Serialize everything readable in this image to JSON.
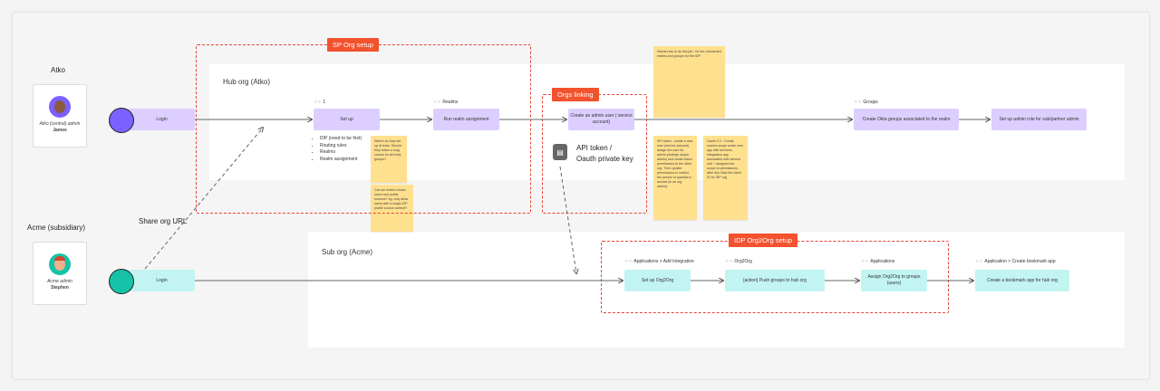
{
  "actors": {
    "atko": {
      "group_label": "Atko",
      "role": "Atko (central) admin",
      "name": "James"
    },
    "acme": {
      "group_label": "Acme (subsidiary)",
      "role": "Acme admin",
      "name": "Stephen"
    }
  },
  "login_label": "Login",
  "share_url_label": "Share org URL",
  "hub": {
    "title": "Hub org (Atko)",
    "step1_label": "1",
    "setup_label": "Set up",
    "realms_label": "Realms",
    "realm_assign_label": "Run realm assignment",
    "bullets": [
      "IDP (need to be first)",
      "Routing rules",
      "Realms",
      "Realm assignment"
    ],
    "admin_user_label": "Create an admin user ( service account)",
    "groups_step_label": "Groups",
    "create_groups_label": "Create Okta groups associated to the realm",
    "admin_role_label": "Set up admin role for sub/partner admin"
  },
  "sub": {
    "title": "Sub org (Acme)",
    "step_add_integration": "Applications > Add Integration",
    "setup_org2org": "Set up Org2Org",
    "step_org2org": "Org2Org",
    "push_groups": "[action] Push groups to hub org",
    "step_applications": "Applications",
    "assign_org2org": "Assign Org2Org to groups (users)",
    "step_bookmark": "Application > Create bookmark app",
    "create_bookmark": "Create a bookmark app for hub org"
  },
  "tags": {
    "sp_setup": "SP Org setup",
    "orgs_linking": "Orgs linking",
    "idp_setup": "IDP Org2Org setup"
  },
  "api": {
    "line1": "API token /",
    "line2": "Oauth private key"
  },
  "stickies": {
    "s1": "Where do they set up at least. Should they follow a long course for all entry groups?",
    "s2": "Can we restrict routes users and profile sources? eg. only allow users with a single IDP profile source context?",
    "s3": "Needs now to do this job : for the onboarded realms and groups for the IDP",
    "s4": "API token - create a new user (service account) assign the user for admin privilege (super admin) and create token permissions to the other org. Then update permissions to restrict the person in question's access (in an org admin).",
    "s5": "Oauth 2.0 - Create custom scope under new app with services. Integration app associated with service role + assigned the scope to permissions, after this Okta the client ID for IDP org"
  },
  "colors": {
    "accent_red": "#f2522e",
    "purple_node": "#dccfff",
    "cyan_node": "#c2f4f2",
    "sticky_yellow": "#ffe08e"
  }
}
